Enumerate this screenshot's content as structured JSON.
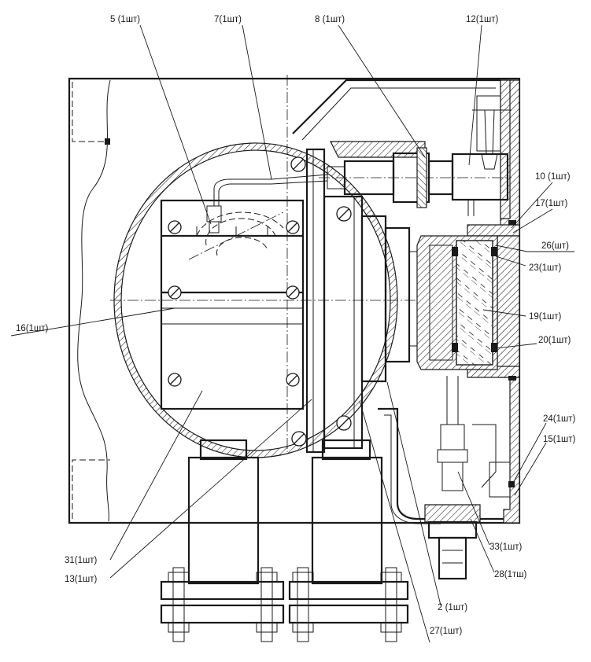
{
  "labels": {
    "l5": "5 (1шт)",
    "l7": "7(1шт)",
    "l8": "8 (1шт)",
    "l12": "12(1шт)",
    "l10": "10 (1шт)",
    "l17": "17(1шт)",
    "l26": "26(шт)",
    "l23": "23(1шт)",
    "l16": "16(1шт)",
    "l19": "19(1шт)",
    "l20": "20(1шт)",
    "l24": "24(1шт)",
    "l15": "15(1шт)",
    "l31": "31(1шт)",
    "l13": "13(1шт)",
    "l33": "33(1шт)",
    "l28": "28(1тш)",
    "l2": "2  (1шт)",
    "l27": "27(1шт)"
  }
}
